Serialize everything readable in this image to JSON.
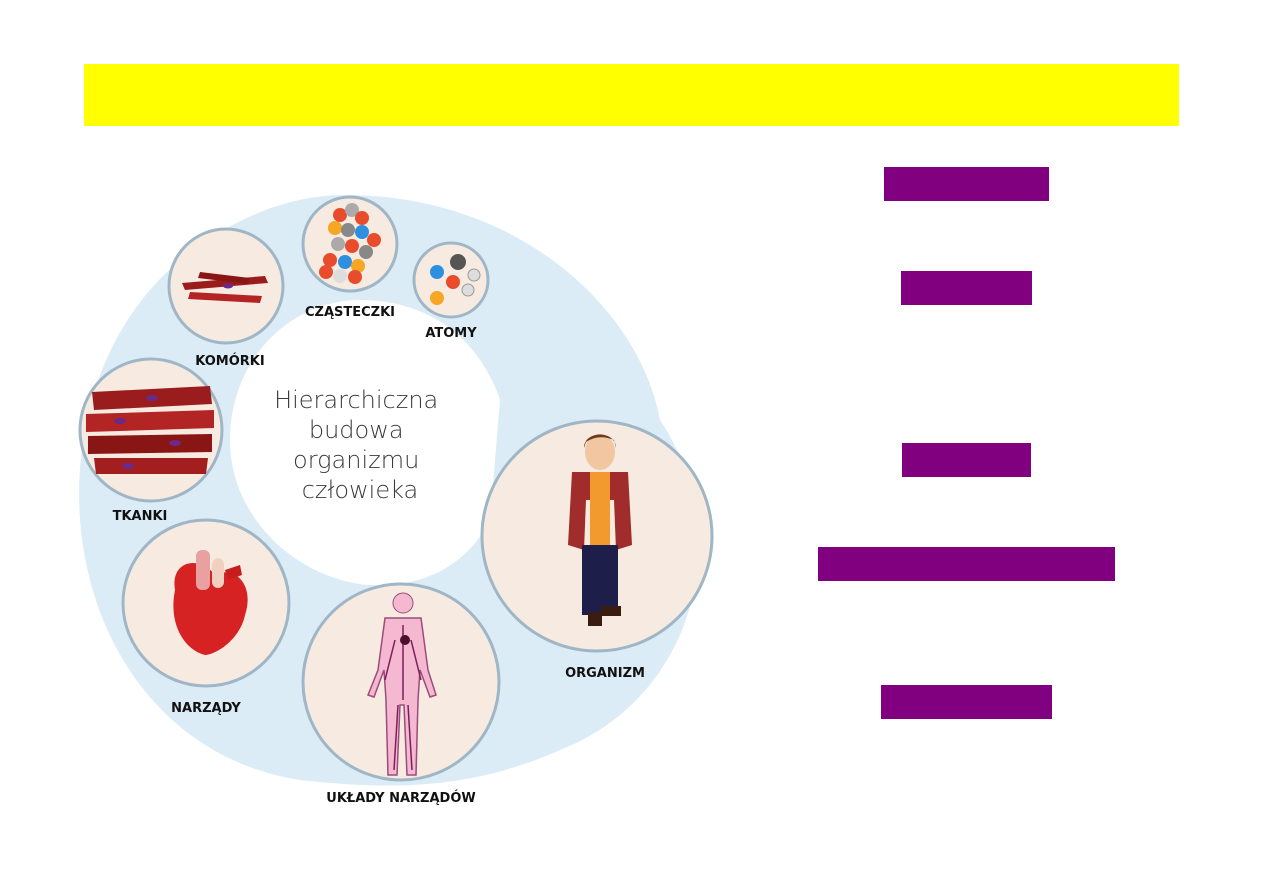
{
  "colors": {
    "title_bar": "#ffff00",
    "answer_box": "#800080",
    "spiral": "#dcecf7",
    "circle_fill": "#f7ebe1",
    "circle_stroke": "#9fb6c7"
  },
  "diagram": {
    "center_title_lines": [
      "Hierarchiczna",
      "budowa",
      "organizmu",
      "człowieka"
    ],
    "levels": {
      "atomy": "ATOMY",
      "czasteczki": "CZĄSTECZKI",
      "komorki": "KOMÓRKI",
      "tkanki": "TKANKI",
      "narzady": "NARZĄDY",
      "uklady": "UKŁADY NARZĄDÓW",
      "organizm": "ORGANIZM"
    },
    "illustrations": {
      "atomy": "atoms-icon",
      "czasteczki": "molecule-icon",
      "komorki": "muscle-cells-icon",
      "tkanki": "muscle-tissue-icon",
      "narzady": "heart-icon",
      "uklady": "circulatory-system-icon",
      "organizm": "human-boy-icon"
    }
  },
  "answer_boxes_count": 5
}
